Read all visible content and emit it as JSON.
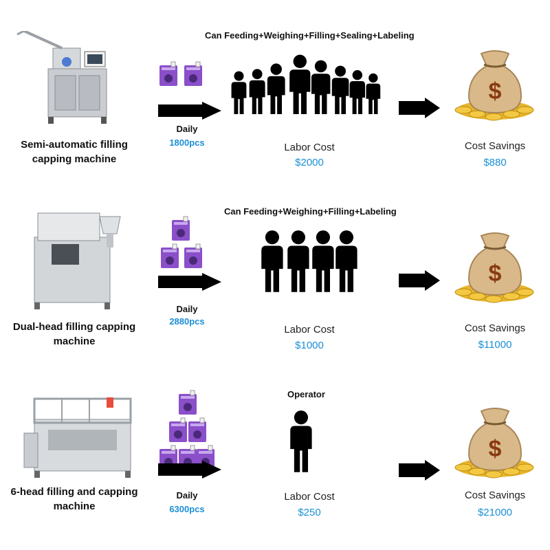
{
  "colors": {
    "accent": "#1a8fd6",
    "arrow": "#000000",
    "pouch": "#8a4fc9",
    "gold": "#e8b52a",
    "sack": "#d9b98a"
  },
  "rows": [
    {
      "machine_name": "Semi-automatic filling capping machine",
      "process": "Can Feeding+Weighing+Filling+Sealing+Labeling",
      "daily_label": "Daily",
      "daily_value": "1800pcs",
      "workers": 8,
      "pouches": 2,
      "labor_label": "Labor Cost",
      "labor_value": "$2000",
      "savings_label": "Cost Savings",
      "savings_value": "$880"
    },
    {
      "machine_name": "Dual-head filling capping machine",
      "process": "Can Feeding+Weighing+Filling+Labeling",
      "daily_label": "Daily",
      "daily_value": "2880pcs",
      "workers": 4,
      "pouches": 3,
      "labor_label": "Labor Cost",
      "labor_value": "$1000",
      "savings_label": "Cost Savings",
      "savings_value": "$11000"
    },
    {
      "machine_name": "6-head filling and capping machine",
      "process": "Operator",
      "daily_label": "Daily",
      "daily_value": "6300pcs",
      "workers": 1,
      "pouches": 6,
      "labor_label": "Labor Cost",
      "labor_value": "$250",
      "savings_label": "Cost Savings",
      "savings_value": "$21000"
    }
  ],
  "icons": {
    "machine": "filling-machine-icon",
    "pouch": "pouch-icon",
    "arrow": "arrow-right-icon",
    "worker": "worker-icon",
    "money": "money-bag-icon"
  }
}
